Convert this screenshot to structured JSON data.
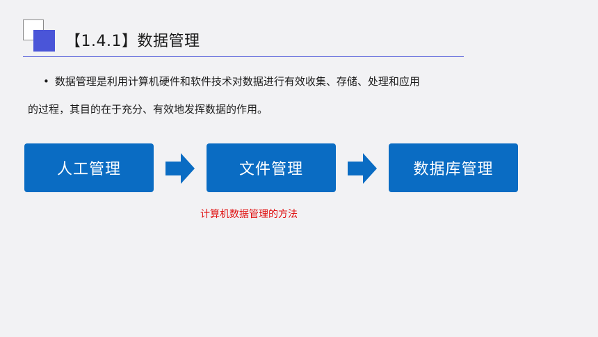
{
  "header": {
    "title": "【1.4.1】数据管理"
  },
  "content": {
    "bullet": "•",
    "paragraph_line1": "数据管理是利用计算机硬件和软件技术对数据进行有效收集、存储、处理和应用",
    "paragraph_line2": "的过程，其目的在于充分、有效地发挥数据的作用。"
  },
  "flow": {
    "stages": [
      {
        "label": "人工管理"
      },
      {
        "label": "文件管理"
      },
      {
        "label": "数据库管理"
      }
    ],
    "caption": "计算机数据管理的方法"
  },
  "colors": {
    "accent": "#4a55d8",
    "stage_fill": "#0a6cc3",
    "caption": "#e01010"
  },
  "icons": {
    "arrow": "arrow-right-icon"
  }
}
